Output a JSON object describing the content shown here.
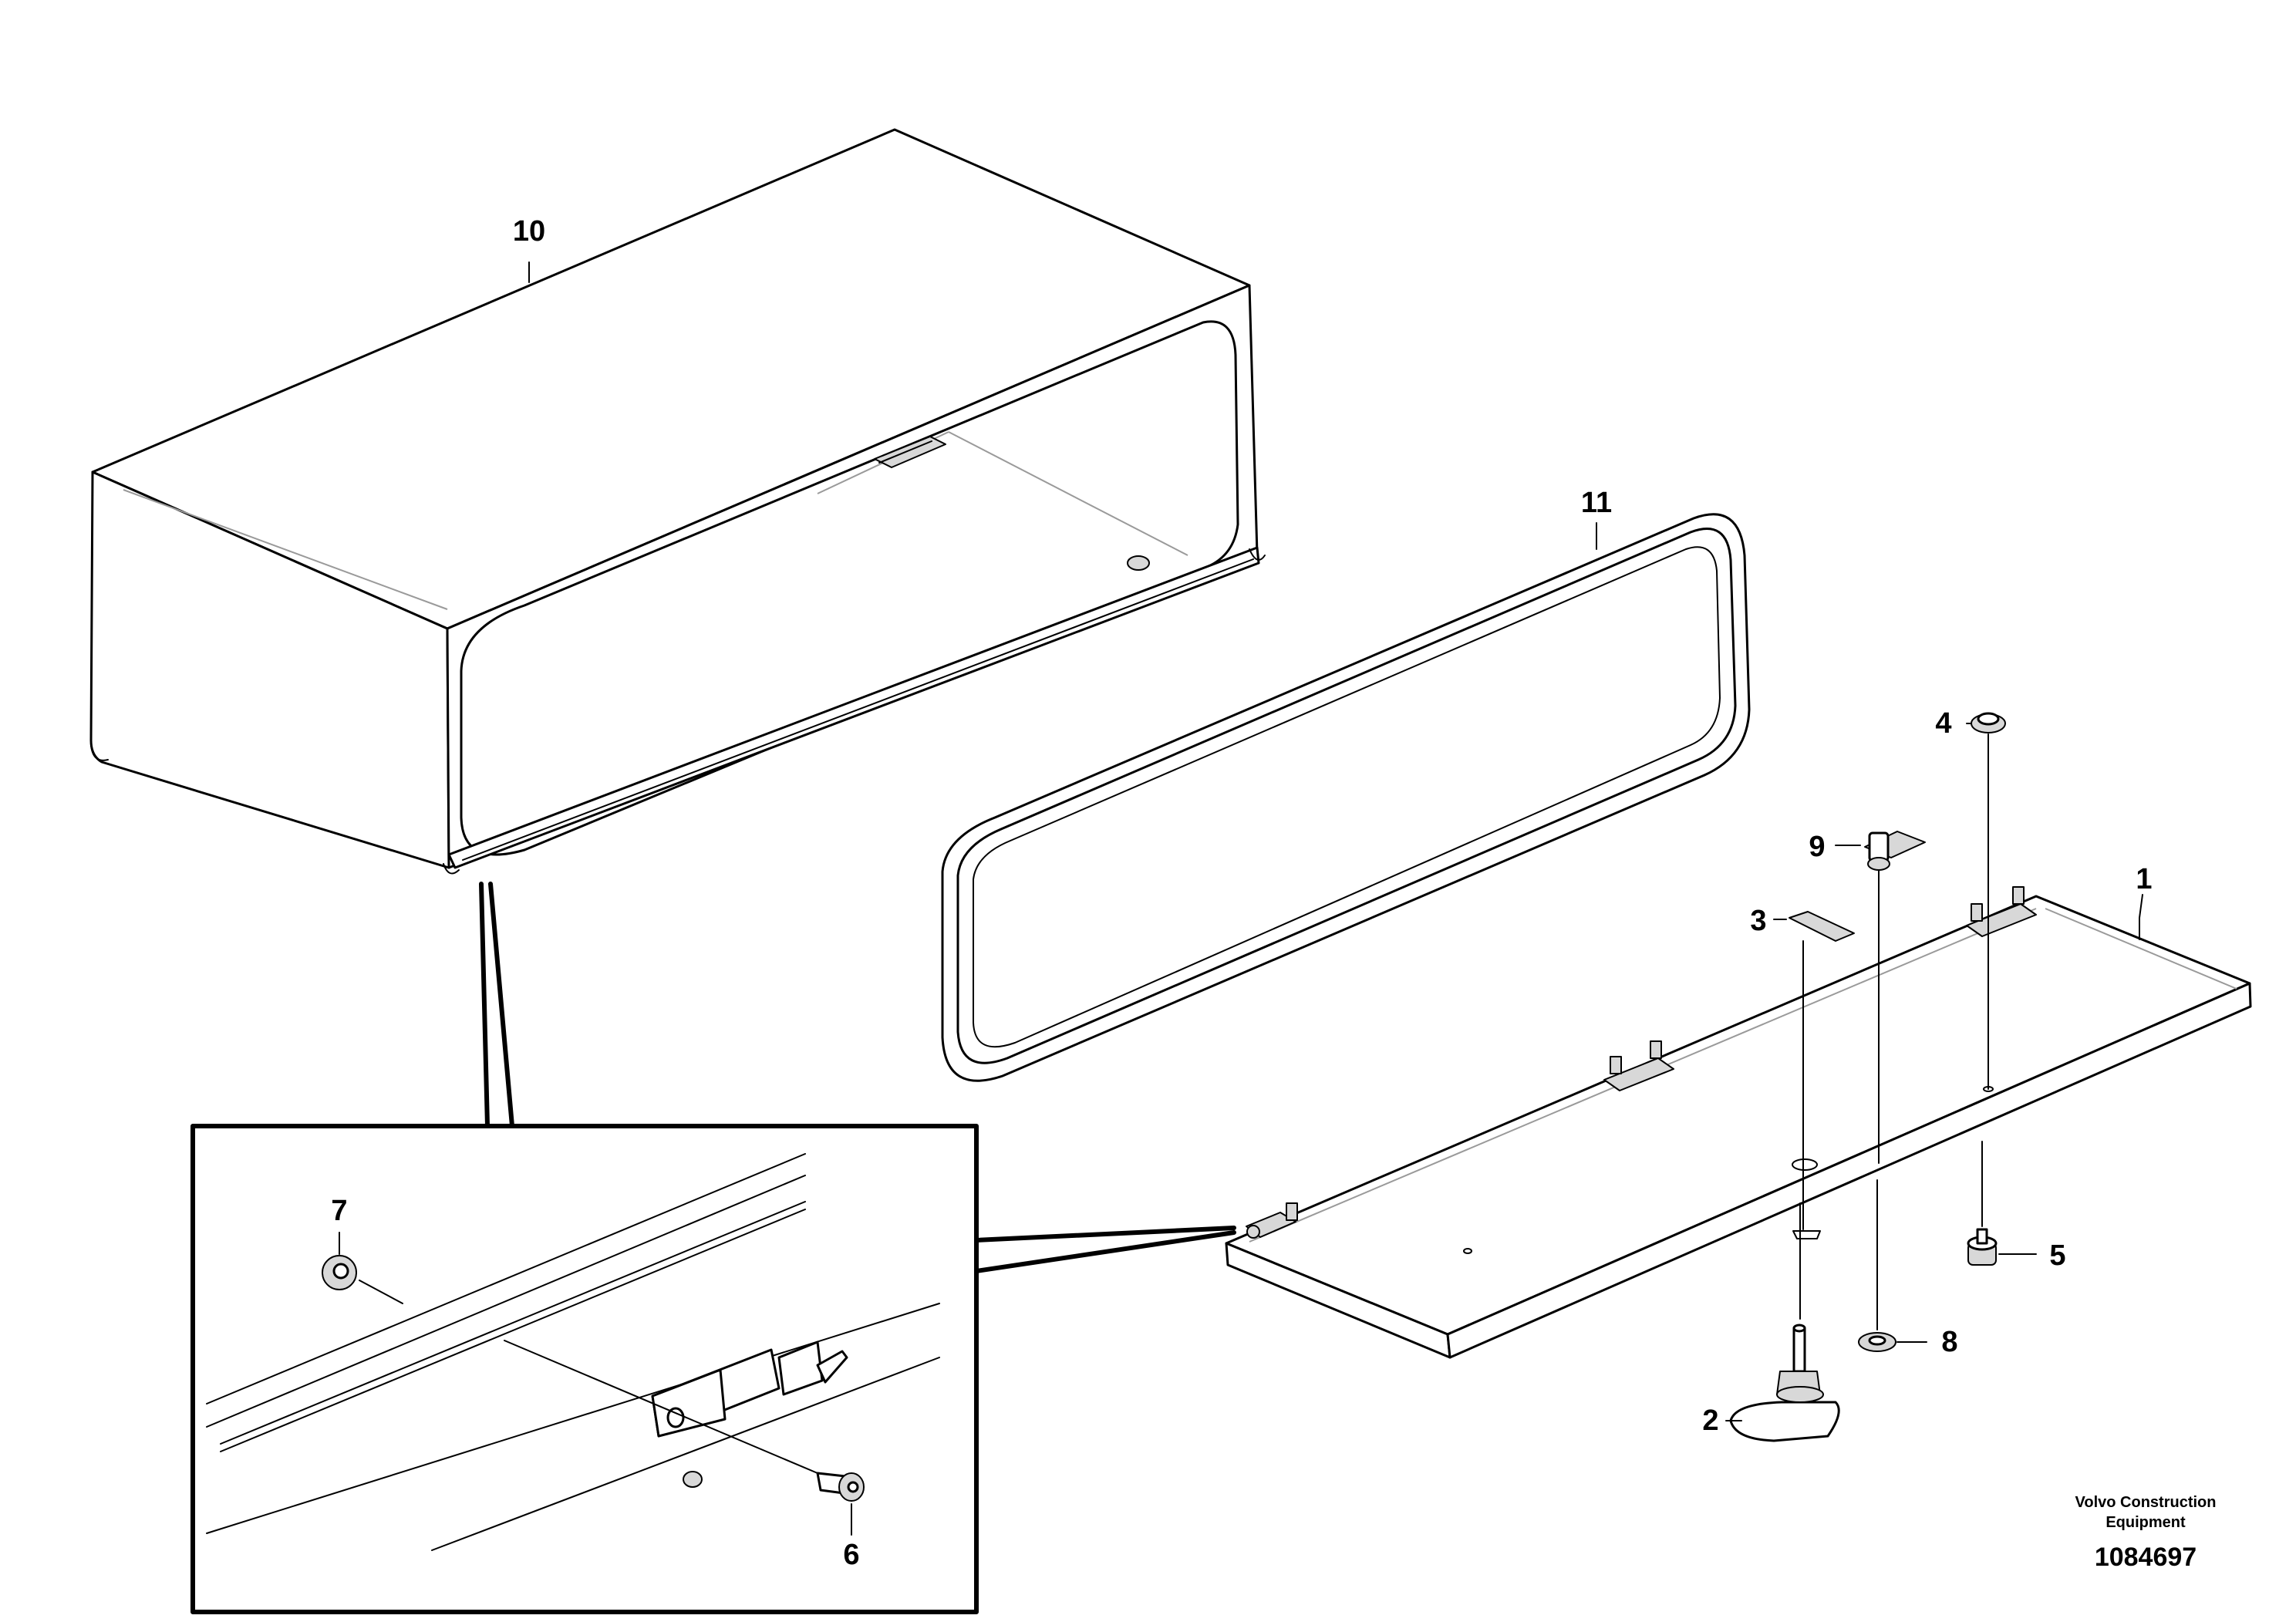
{
  "callouts": {
    "c1": "1",
    "c2": "2",
    "c3": "3",
    "c4": "4",
    "c5": "5",
    "c6": "6",
    "c7": "7",
    "c8": "8",
    "c9": "9",
    "c10": "10",
    "c11": "11"
  },
  "footer": {
    "brand_line1": "Volvo Construction",
    "brand_line2": "Equipment",
    "doc_number": "1084697"
  }
}
